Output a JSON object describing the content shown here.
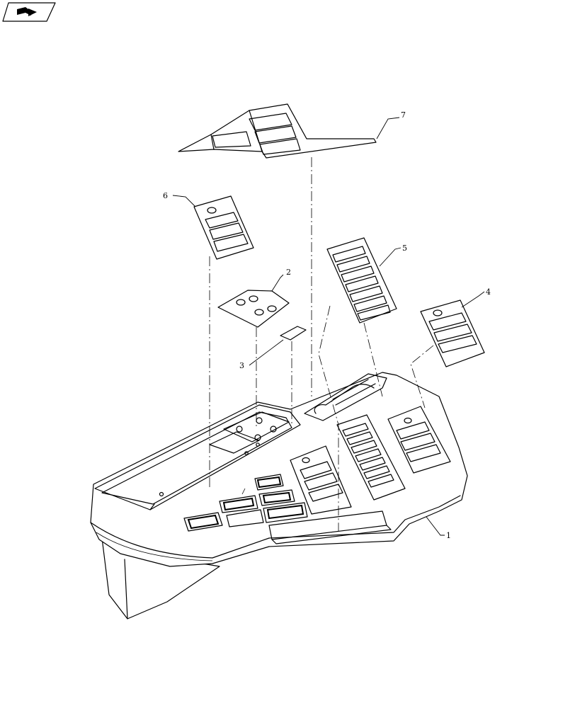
{
  "nav": {
    "icon": "arrow-book-icon"
  },
  "callouts": [
    {
      "id": "1",
      "text": "1"
    },
    {
      "id": "2",
      "text": "2"
    },
    {
      "id": "3",
      "text": "3"
    },
    {
      "id": "4",
      "text": "4"
    },
    {
      "id": "5",
      "text": "5"
    },
    {
      "id": "6",
      "text": "6"
    },
    {
      "id": "7",
      "text": "7"
    }
  ],
  "colors": {
    "line": "#000000",
    "background": "#ffffff"
  }
}
